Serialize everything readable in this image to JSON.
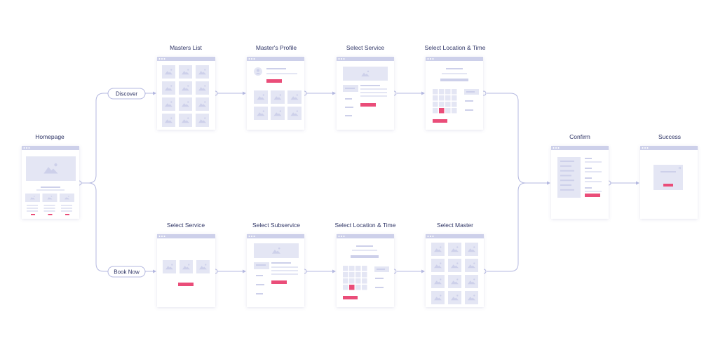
{
  "colors": {
    "accent": "#ea4d79",
    "wire": "#cdd0ea",
    "wire_light": "#e4e6f4",
    "connector": "#b4b8e0",
    "label": "#2f3566"
  },
  "screens": {
    "homepage": "Homepage",
    "masters_list": "Masters List",
    "masters_profile": "Master's Profile",
    "select_service_top": "Select Service",
    "select_location_top": "Select Location & Time",
    "confirm": "Confirm",
    "success": "Success",
    "select_service_bottom": "Select Service",
    "select_subservice": "Select Subservice",
    "select_location_bottom": "Select Location & Time",
    "select_master": "Select Master"
  },
  "paths": {
    "discover": "Discover",
    "book_now": "Book Now"
  }
}
